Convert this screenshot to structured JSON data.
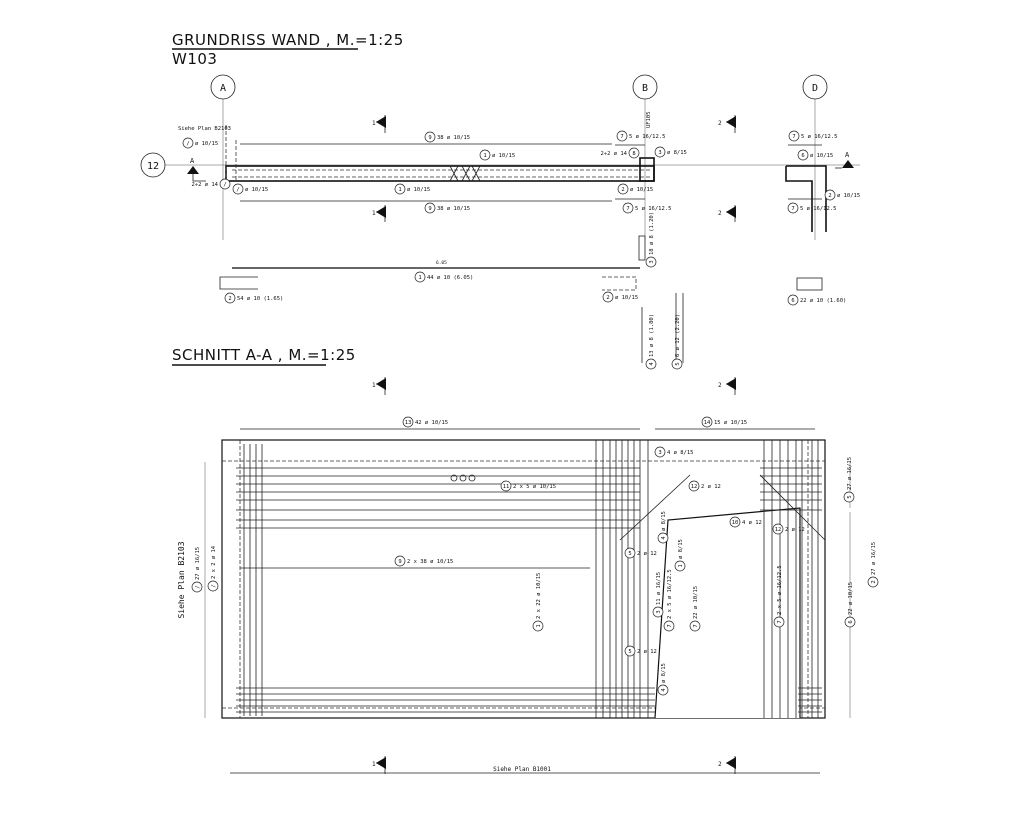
{
  "titles": {
    "plan": "GRUNDRISS WAND , M.=1:25",
    "wall_id": "W103",
    "section": "SCHNITT A-A , M.=1:25"
  },
  "axes": [
    "A",
    "B",
    "D",
    "12"
  ],
  "section_marks": {
    "one": "1",
    "two": "2",
    "a": "A"
  },
  "notes": {
    "see_plan_left_plan": "Siehe Plan B2103",
    "see_plan_left_section": "Siehe Plan B2103",
    "see_plan_bottom": "Siehe Plan B1001",
    "uf": "UF105",
    "bar1_length": "6.05"
  },
  "callouts": [
    {
      "num": "9",
      "text": "38 ø 10/15"
    },
    {
      "num": "1",
      "text": "ø 10/15"
    },
    {
      "num": "/",
      "text": "ø 10/15"
    },
    {
      "num": "/",
      "text": "2÷2 ø 14"
    },
    {
      "num": "/",
      "text": "ø 10/15"
    },
    {
      "num": "1",
      "text": "ø 10/15"
    },
    {
      "num": "9",
      "text": "38 ø 10/15"
    },
    {
      "num": "7",
      "text": "5 ø 16/12.5"
    },
    {
      "num": "8",
      "text": "2÷2 ø 14"
    },
    {
      "num": "3",
      "text": "ø 8/15"
    },
    {
      "num": "2",
      "text": "ø 10/15"
    },
    {
      "num": "7",
      "text": "5 ø 16/12.5"
    },
    {
      "num": "7",
      "text": "5 ø 16/12.5"
    },
    {
      "num": "6",
      "text": "ø 10/15"
    },
    {
      "num": "2",
      "text": "ø 10/15"
    },
    {
      "num": "7",
      "text": "5 ø 16/12.5"
    },
    {
      "num": "1",
      "text": "44 ø 10 (6.05)"
    },
    {
      "num": "2",
      "text": "54 ø 10 (1.65)"
    },
    {
      "num": "2",
      "text": "ø 10/15"
    },
    {
      "num": "3",
      "text": "18 ø 8 (1.20)"
    },
    {
      "num": "4",
      "text": "13 ø 8 (1.80)"
    },
    {
      "num": "5",
      "text": "6 ø 12 (2.20)"
    },
    {
      "num": "6",
      "text": "22 ø 10 (1.60)"
    },
    {
      "num": "13",
      "text": "42 ø 10/15"
    },
    {
      "num": "14",
      "text": "15 ø 10/15"
    },
    {
      "num": "3",
      "text": "4 ø 8/15"
    },
    {
      "num": "11",
      "text": "2 x 5 ø 10/15"
    },
    {
      "num": "12",
      "text": "2 ø 12"
    },
    {
      "num": "10",
      "text": "4 ø 12"
    },
    {
      "num": "12",
      "text": "2 ø 12"
    },
    {
      "num": "4",
      "text": "ø 8/15"
    },
    {
      "num": "5",
      "text": "2 ø 12"
    },
    {
      "num": "1",
      "text": "ø 8/15"
    },
    {
      "num": "3",
      "text": "11 ø 16/15"
    },
    {
      "num": "7",
      "text": "2 x 5 ø 16/12.5"
    },
    {
      "num": "7",
      "text": "22 ø 10/15"
    },
    {
      "num": "7",
      "text": "2 x 5 ø 16/12.5"
    },
    {
      "num": "6",
      "text": "22 ø 10/15"
    },
    {
      "num": "2",
      "text": "27 ø 16/15"
    },
    {
      "num": "/",
      "text": "27 ø 16/15"
    },
    {
      "num": "/",
      "text": "2 x 2 ø 14"
    },
    {
      "num": "9",
      "text": "2 x 38 ø 10/15"
    },
    {
      "num": "1",
      "text": "2 x 22 ø 10/15"
    },
    {
      "num": "5",
      "text": "2 ø 12"
    },
    {
      "num": "4",
      "text": "ø 8/15"
    },
    {
      "num": "5",
      "text": "27 ø 16/15"
    }
  ]
}
